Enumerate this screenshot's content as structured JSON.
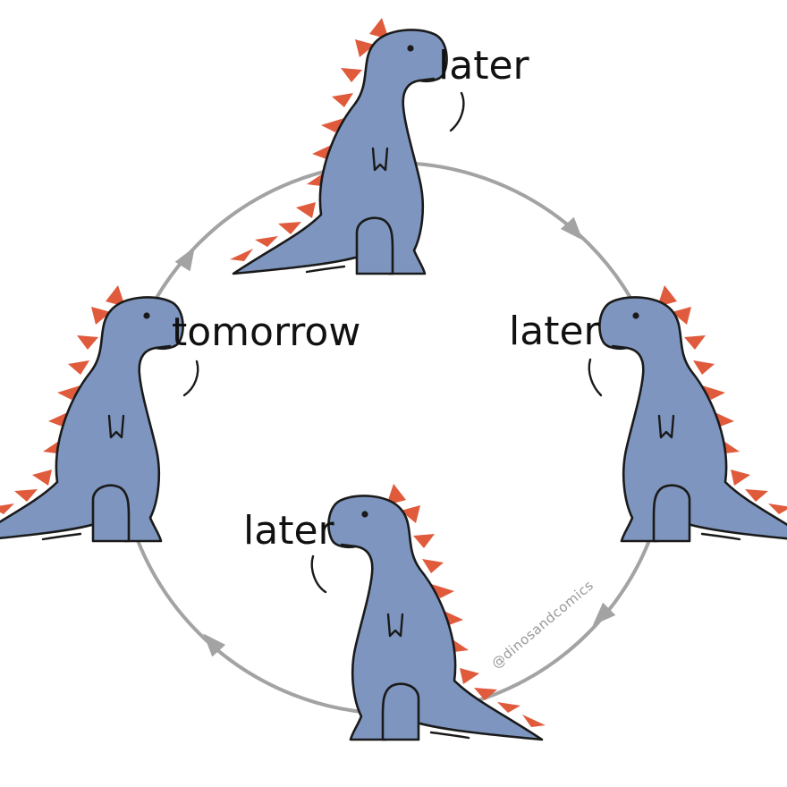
{
  "comic": {
    "speech_top": "later",
    "speech_right": "later",
    "speech_bottom": "later",
    "speech_left": "tomorrow",
    "credit": "@dinosandcomics"
  },
  "colors": {
    "dino_body": "#7e96bf",
    "dino_spikes": "#e05a3c",
    "cycle_line": "#a3a3a3",
    "outline": "#1a1a1a",
    "background": "#ffffff"
  },
  "icons": [
    "dinosaur-icon",
    "arrowhead-icon"
  ]
}
